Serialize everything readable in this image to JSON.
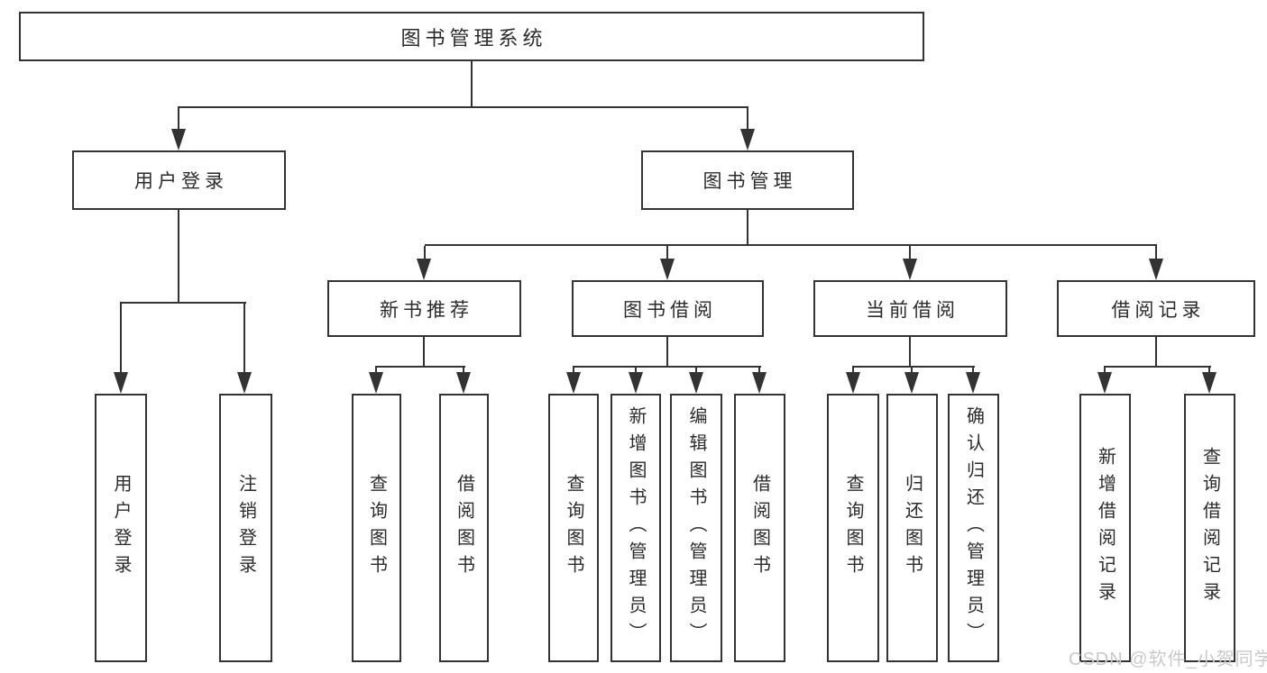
{
  "diagram": {
    "root": {
      "label": "图书管理系统"
    },
    "level2": [
      {
        "label": "用户登录"
      },
      {
        "label": "图书管理"
      }
    ],
    "level3": [
      {
        "label": "新书推荐"
      },
      {
        "label": "图书借阅"
      },
      {
        "label": "当前借阅"
      },
      {
        "label": "借阅记录"
      }
    ],
    "leaves": {
      "user_login": [
        {
          "label": "用户登录"
        },
        {
          "label": "注销登录"
        }
      ],
      "new_book": [
        {
          "label": "查询图书"
        },
        {
          "label": "借阅图书"
        }
      ],
      "book_borrow": [
        {
          "label": "查询图书"
        },
        {
          "label": "新增图书（管理员）"
        },
        {
          "label": "编辑图书（管理员）"
        },
        {
          "label": "借阅图书"
        }
      ],
      "current_borrow": [
        {
          "label": "查询图书"
        },
        {
          "label": "归还图书"
        },
        {
          "label": "确认归还（管理员）"
        }
      ],
      "borrow_record": [
        {
          "label": "新增借阅记录"
        },
        {
          "label": "查询借阅记录"
        }
      ]
    },
    "watermark": "CSDN @软件_小贺同学",
    "colors": {
      "line": "#333333",
      "text": "#2b2b2b",
      "watermark": "#c9c9c9",
      "background": "#ffffff"
    }
  }
}
